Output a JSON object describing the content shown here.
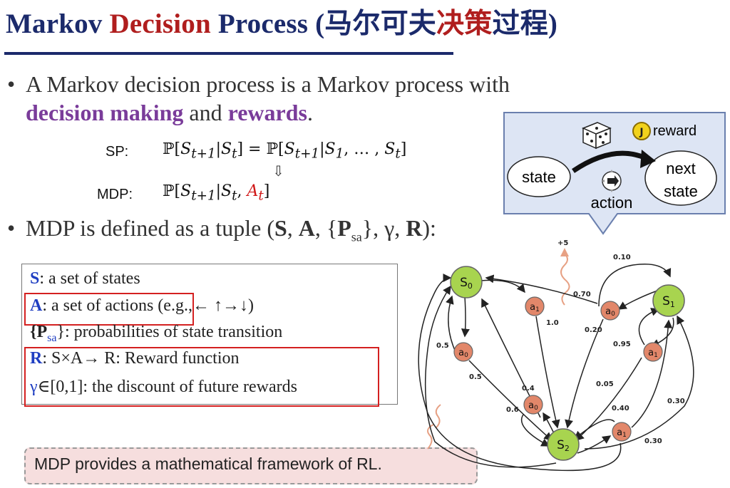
{
  "title": {
    "part1": "Markov ",
    "part2": "Decision",
    "part3": " Process (马尔可夫",
    "part4": "决策",
    "part5": "过程)"
  },
  "bullet1": {
    "text1": "A Markov decision process is a Markov process with",
    "emph1": "decision making",
    "text2": " and ",
    "emph2": "rewards",
    "text3": "."
  },
  "equations": {
    "sp_label": "SP:",
    "sp_eq": "ℙ[S",
    "sp_full": "ℙ[S_{t+1}|S_t] = ℙ[S_{t+1}|S_1, … , S_t]",
    "mdp_label": "MDP:",
    "mdp_full": "ℙ[S_{t+1}|S_t, A_t]",
    "arrow": "⇩"
  },
  "bullet2": {
    "text": "MDP is defined as a tuple (",
    "S": "S",
    "A": "A",
    "P": "P",
    "sub": "sa",
    "rest": "}, γ, ",
    "R": "R",
    "end": "):"
  },
  "definitions": [
    {
      "key": "S",
      "text": ": a set of states"
    },
    {
      "key": "A",
      "text": ": a set of actions",
      "extra": "(e.g.,← ↑→↓)"
    },
    {
      "key": "{P",
      "sub": "sa",
      "text": "}: probabilities of state transition"
    },
    {
      "key": "R",
      "text": ": S×A→ R: Reward function"
    },
    {
      "key": "γ",
      "text": "∈[0,1]: the discount of future rewards"
    }
  ],
  "note": "MDP provides a mathematical framework of RL.",
  "callout": {
    "state": "state",
    "next_state_1": "next",
    "next_state_2": "state",
    "action": "action",
    "reward": "reward"
  },
  "graph": {
    "nodes": [
      {
        "id": "s0",
        "label": "S",
        "sub": "0",
        "type": "state"
      },
      {
        "id": "s1",
        "label": "S",
        "sub": "1",
        "type": "state"
      },
      {
        "id": "s2",
        "label": "S",
        "sub": "2",
        "type": "state"
      },
      {
        "id": "a1_top",
        "label": "a",
        "sub": "1",
        "type": "action"
      },
      {
        "id": "a0_right",
        "label": "a",
        "sub": "0",
        "type": "action"
      },
      {
        "id": "a0_left",
        "label": "a",
        "sub": "0",
        "type": "action"
      },
      {
        "id": "a1_right",
        "label": "a",
        "sub": "1",
        "type": "action"
      },
      {
        "id": "a0_mid",
        "label": "a",
        "sub": "0",
        "type": "action"
      },
      {
        "id": "a1_bottom",
        "label": "a",
        "sub": "1",
        "type": "action"
      }
    ],
    "labels": [
      "+5",
      "0.10",
      "0.70",
      "1.0",
      "0.20",
      "0.95",
      "0.5",
      "0.5",
      "0.4",
      "0.6",
      "0.05",
      "0.40",
      "0.30",
      "0.30"
    ],
    "reward_note": "+5"
  },
  "colors": {
    "title_blue": "#1b2a6b",
    "title_red": "#b01e1e",
    "purple": "#7a3c9a",
    "state_green": "#a8d44f",
    "action_orange": "#e2876a",
    "red_box": "#d42020",
    "callout_bg": "#dde5f4"
  }
}
